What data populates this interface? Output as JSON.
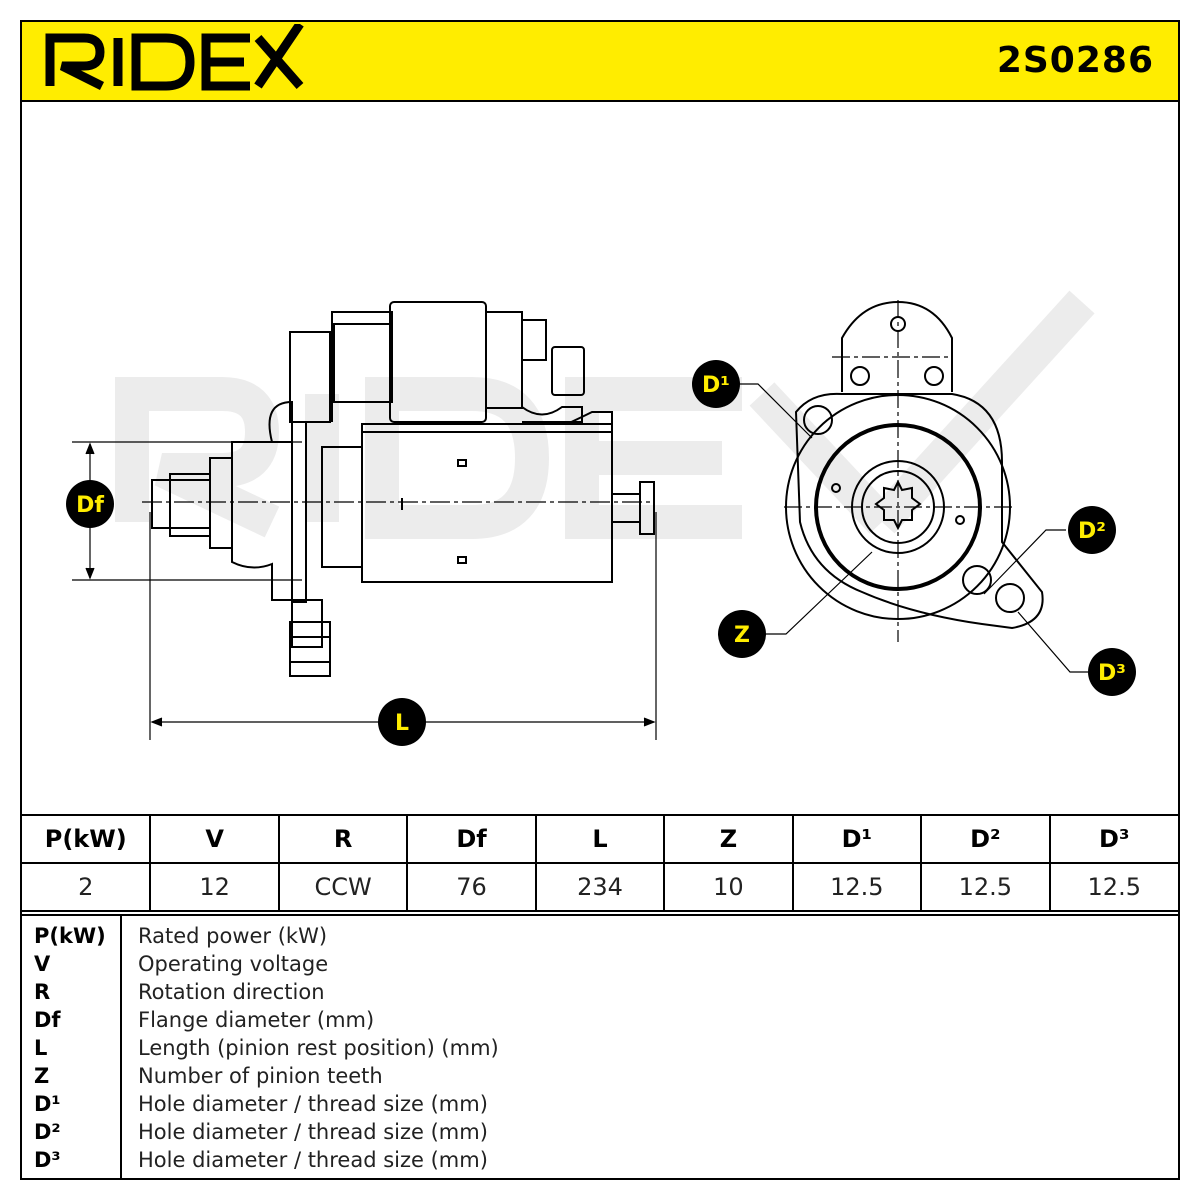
{
  "header": {
    "brand": "RIDEX",
    "part_number": "2S0286",
    "background_color": "#ffed00"
  },
  "drawing": {
    "labels": {
      "df": "Df",
      "l": "L",
      "z": "Z",
      "d1": "D¹",
      "d2": "D²",
      "d3": "D³"
    },
    "watermark": "RIDEX"
  },
  "spec_table": {
    "headers": [
      "P(kW)",
      "V",
      "R",
      "Df",
      "L",
      "Z",
      "D¹",
      "D²",
      "D³"
    ],
    "values": [
      "2",
      "12",
      "CCW",
      "76",
      "234",
      "10",
      "12.5",
      "12.5",
      "12.5"
    ]
  },
  "legend": [
    {
      "key": "P(kW)",
      "desc": "Rated power (kW)"
    },
    {
      "key": "V",
      "desc": "Operating voltage"
    },
    {
      "key": "R",
      "desc": "Rotation direction"
    },
    {
      "key": "Df",
      "desc": "Flange diameter (mm)"
    },
    {
      "key": "L",
      "desc": "Length (pinion rest position) (mm)"
    },
    {
      "key": "Z",
      "desc": "Number of pinion teeth"
    },
    {
      "key": "D¹",
      "desc": "Hole diameter / thread size (mm)"
    },
    {
      "key": "D²",
      "desc": "Hole diameter / thread size (mm)"
    },
    {
      "key": "D³",
      "desc": "Hole diameter / thread size (mm)"
    }
  ]
}
